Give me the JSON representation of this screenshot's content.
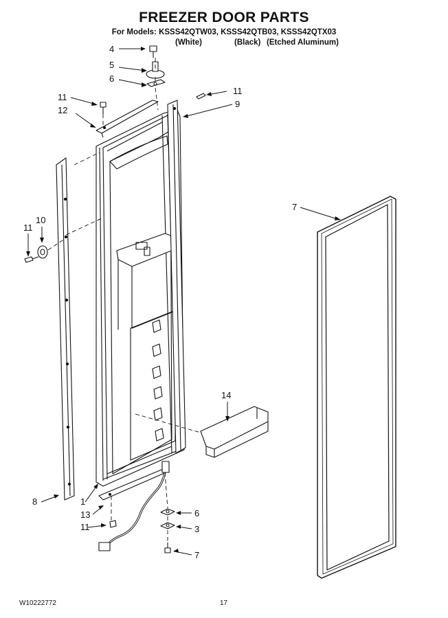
{
  "header": {
    "title": "FREEZER DOOR PARTS",
    "models_line": "For Models: KSSS42QTW03, KSSS42QTB03, KSSS42QTX03",
    "variant_white": "(White)",
    "variant_black": "(Black)",
    "variant_etched": "(Etched Aluminum)"
  },
  "callouts": {
    "c4": "4",
    "c5": "5",
    "c6_top": "6",
    "c11_top_left": "11",
    "c11_top_right": "11",
    "c12": "12",
    "c9": "9",
    "c11_mid": "11",
    "c10": "10",
    "c7_gasket": "7",
    "c14": "14",
    "c8": "8",
    "c1": "1",
    "c13": "13",
    "c11_bottom": "11",
    "c6_bottom": "6",
    "c3": "3",
    "c7_bottom": "7"
  },
  "footer": {
    "doc_number": "W10222772",
    "page_number": "17"
  }
}
